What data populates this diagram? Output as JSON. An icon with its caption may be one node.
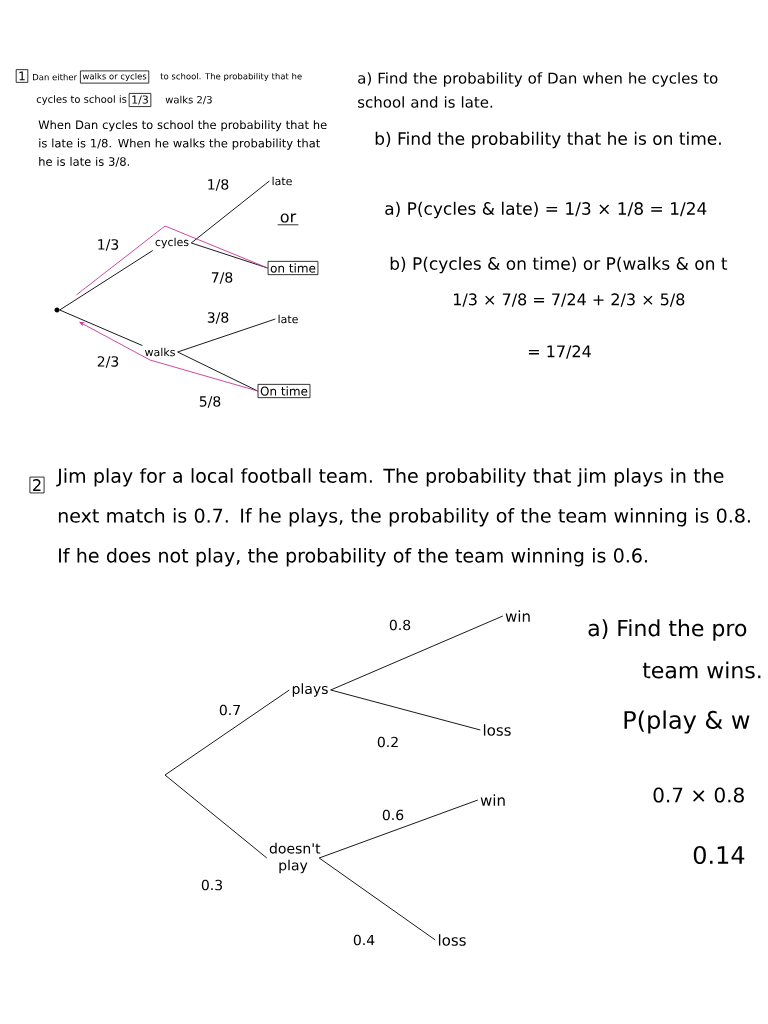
{
  "diagram": {
    "nodes": [
      {
        "text": [],
        "shape": "circle"
      },
      {
        "text": [
          "cycles"
        ]
      },
      {
        "text": [
          "walks"
        ]
      },
      {
        "text": [
          "late"
        ]
      },
      {
        "text": [
          "on time"
        ]
      },
      {
        "text": [
          "late"
        ]
      },
      {
        "text": [
          "On time"
        ]
      },
      {
        "text": [
          "plays"
        ]
      },
      {
        "text": [
          "doesn't play"
        ]
      },
      {
        "text": [
          "win"
        ]
      },
      {
        "text": [
          "loss"
        ]
      },
      {
        "text": [
          "win"
        ]
      },
      {
        "text": [
          "loss"
        ]
      }
    ],
    "edges": [
      {
        "from": 0,
        "to": 1,
        "arrow": "none",
        "label": "1/3"
      },
      {
        "from": 0,
        "to": 2,
        "arrow": "none",
        "label": "2/3"
      },
      {
        "from": 1,
        "to": 3,
        "arrow": "none",
        "label": "1/8"
      },
      {
        "from": 1,
        "to": 4,
        "arrow": "none",
        "label": "7/8"
      },
      {
        "from": 2,
        "to": 5,
        "arrow": "none",
        "label": "3/8"
      },
      {
        "from": 2,
        "to": 6,
        "arrow": "none",
        "label": "5/8"
      },
      {
        "from": 4,
        "to": 0,
        "arrow": "none",
        "color": "#cc3399"
      },
      {
        "from": 6,
        "to": 0,
        "arrow": "to",
        "color": "#cc3399"
      },
      {
        "from": null,
        "to": 7,
        "arrow": "none",
        "label": "0.7"
      },
      {
        "from": null,
        "to": 8,
        "arrow": "none",
        "label": "0.3"
      },
      {
        "from": 7,
        "to": 9,
        "arrow": "none",
        "label": "0.8"
      },
      {
        "from": 7,
        "to": 10,
        "arrow": "none",
        "label": "0.2"
      },
      {
        "from": 8,
        "to": 11,
        "arrow": "none",
        "label": "0.6"
      },
      {
        "from": 8,
        "to": 12,
        "arrow": "none",
        "label": "0.4"
      }
    ],
    "labels": [
      "1",
      "Dan either",
      "walks or cycles",
      "to school. The probability that he",
      "cycles to school is",
      "1/3",
      "walks 2/3",
      "When Dan cycles to school the probability that he is late is 1/8. When he walks the probability that he is late is 3/8.",
      "or",
      "a) Find the probability of Dan when he cycles to school and is late.",
      "b) Find the probability that he is on time.",
      "a) P(cycles & late) = 1/3 × 1/8 = 1/24",
      "b) P(cycles & on time) or P(walks & on t",
      "1/3 × 7/8 = 7/24 + 2/3 × 5/8",
      "= 17/24",
      "2",
      "Jim play for a local football team. The probability that jim plays in the next match is 0.7. If he plays, the probability of the team winning is 0.8. If he does not play, the probability of the team winning is 0.6.",
      "a) Find the pro",
      "team wins.",
      "P(play & w",
      "0.7 × 0.8",
      "0.14"
    ]
  }
}
